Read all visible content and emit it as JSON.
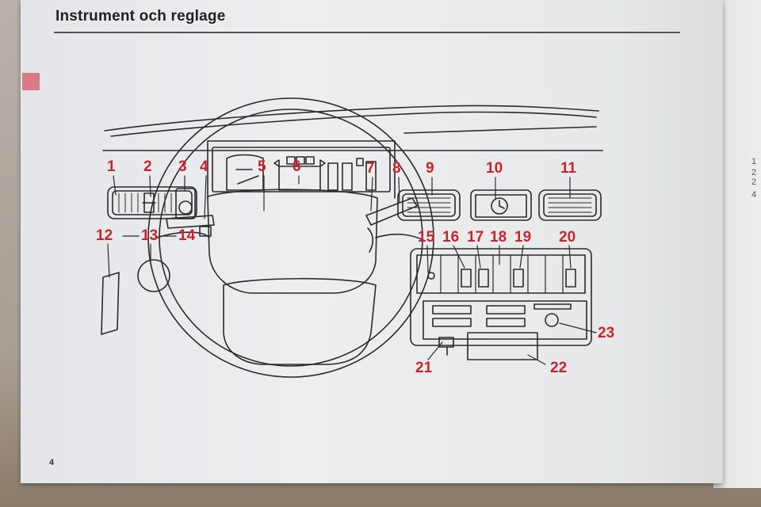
{
  "page_title": "Instrument och reglage",
  "page_number": "4",
  "colors": {
    "callout": "#c9242b",
    "tab_marker": "#d97a88",
    "line_art": "#2a2a2a"
  },
  "callouts": [
    "1",
    "2",
    "3",
    "4",
    "5",
    "6",
    "7",
    "8",
    "9",
    "10",
    "11",
    "12",
    "13",
    "14",
    "15",
    "16",
    "17",
    "18",
    "19",
    "20",
    "21",
    "22",
    "23"
  ],
  "adjacent_page_fragments": [
    "1",
    "2 2",
    "4"
  ]
}
